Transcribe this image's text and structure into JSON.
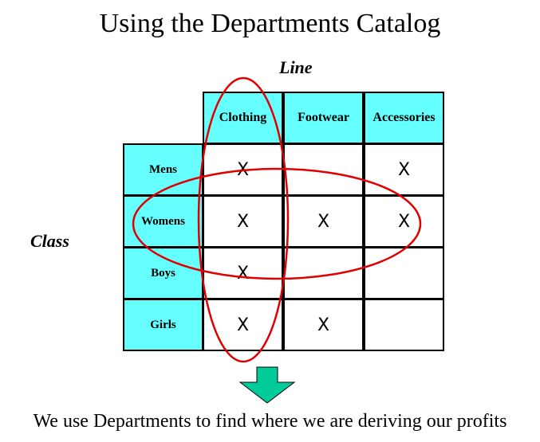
{
  "title": "Using the Departments Catalog",
  "line_label": "Line",
  "class_label": "Class",
  "columns": [
    "Clothing",
    "Footwear",
    "Accessories"
  ],
  "rows": [
    "Mens",
    "Womens",
    "Boys",
    "Girls"
  ],
  "mark": "X",
  "matrix": [
    [
      true,
      false,
      true
    ],
    [
      true,
      true,
      true
    ],
    [
      true,
      false,
      false
    ],
    [
      true,
      true,
      false
    ]
  ],
  "footer": "We use Departments to find where we are deriving our profits",
  "colors": {
    "header_fill": "#66ffff",
    "ellipse_stroke": "#e00000",
    "arrow_fill": "#00cc99"
  }
}
